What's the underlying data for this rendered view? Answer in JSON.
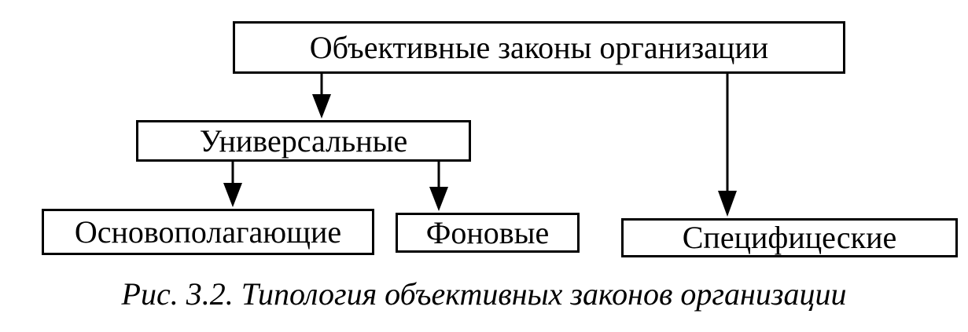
{
  "diagram": {
    "nodes": {
      "root": "Объективные законы организации",
      "universal": "Универсальные",
      "fundamental": "Основополагающие",
      "background": "Фоновые",
      "specific": "Специфицеские"
    },
    "edges": [
      {
        "from": "root",
        "to": "universal"
      },
      {
        "from": "root",
        "to": "specific"
      },
      {
        "from": "universal",
        "to": "fundamental"
      },
      {
        "from": "universal",
        "to": "background"
      }
    ],
    "caption": "Рис. 3.2. Типология объективных законов организации"
  }
}
